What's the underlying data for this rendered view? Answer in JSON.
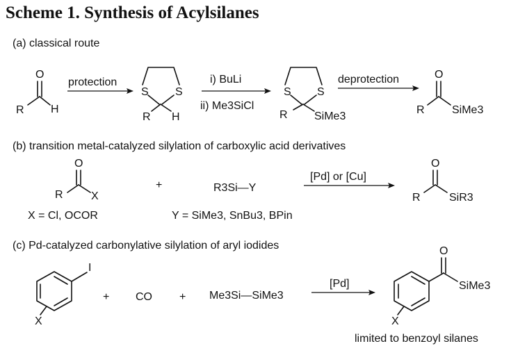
{
  "title": "Scheme 1. Synthesis of Acylsilanes",
  "section_a": {
    "label": "(a) classical route",
    "aldehyde": {
      "O": "O",
      "R": "R",
      "H": "H"
    },
    "step1": "protection",
    "dithiane1": {
      "S1": "S",
      "S2": "S",
      "R": "R",
      "H": "H"
    },
    "step2a": "i) BuLi",
    "step2b": "ii) Me3SiCl",
    "dithiane2": {
      "S1": "S",
      "S2": "S",
      "R": "R",
      "sub": "SiMe3"
    },
    "step3": "deprotection",
    "product": {
      "O": "O",
      "R": "R",
      "sub": "SiMe3"
    }
  },
  "section_b": {
    "label": "(b) transition metal-catalyzed silylation of carboxylic acid derivatives",
    "acyl": {
      "O": "O",
      "R": "R",
      "X": "X"
    },
    "x_def": "X = Cl, OCOR",
    "plus": "+",
    "reagent": "R3Si—Y",
    "y_def": "Y = SiMe3, SnBu3, BPin",
    "catalyst": "[Pd] or [Cu]",
    "product": {
      "O": "O",
      "R": "R",
      "sub": "SiR3"
    }
  },
  "section_c": {
    "label": "(c) Pd-catalyzed carbonylative silylation of aryl iodides",
    "aryl": {
      "I": "I",
      "X": "X"
    },
    "plus1": "+",
    "co": "CO",
    "plus2": "+",
    "disilane": "Me3Si—SiMe3",
    "catalyst": "[Pd]",
    "product": {
      "O": "O",
      "X": "X",
      "sub": "SiMe3"
    },
    "note": "limited to benzoyl silanes"
  }
}
